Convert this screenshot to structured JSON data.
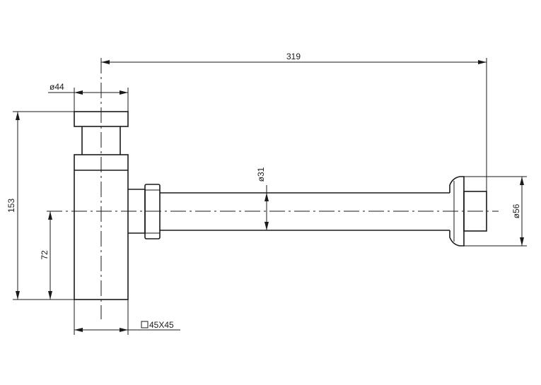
{
  "dimensions": {
    "overall_length": "319",
    "cap_diameter": "ø44",
    "overall_height": "153",
    "outlet_height": "72",
    "pipe_diameter": "ø31",
    "flange_diameter": "ø56",
    "body_section": "45X45"
  },
  "colors": {
    "line": "#1a1a1a",
    "background": "#ffffff"
  },
  "icons": {
    "body_section_symbol": "square-section-icon"
  }
}
